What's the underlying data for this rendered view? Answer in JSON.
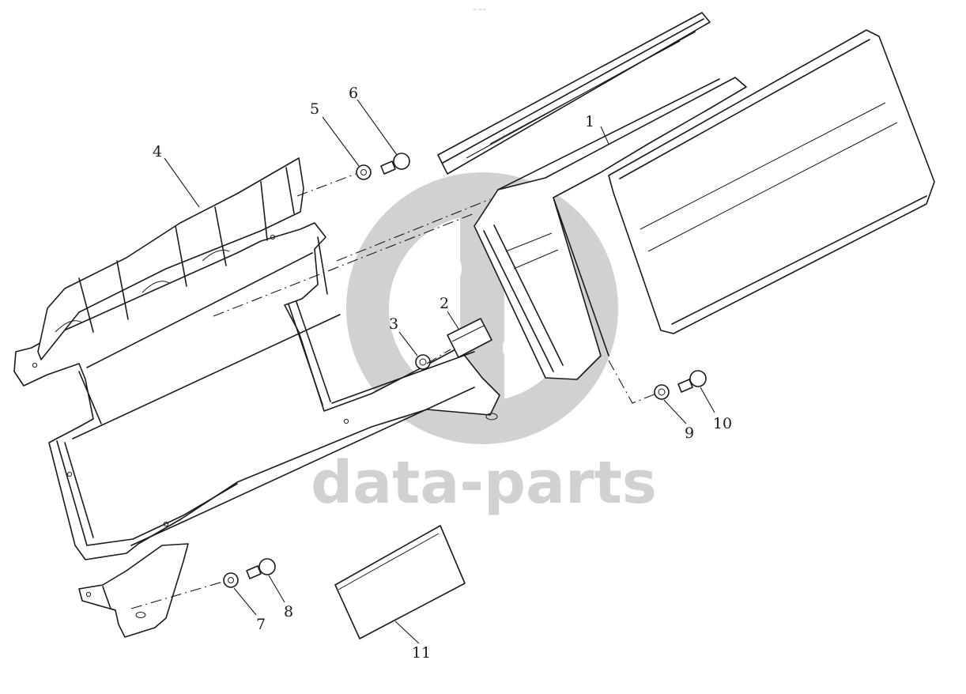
{
  "diagram": {
    "watermark": "data-parts",
    "top_mark": "~ ~~",
    "callouts": [
      "1",
      "2",
      "3",
      "4",
      "5",
      "6",
      "7",
      "8",
      "9",
      "10",
      "11"
    ],
    "colors": {
      "line": "#1a1a1a",
      "watermark": "#c9c9c9",
      "background": "#ffffff"
    }
  }
}
